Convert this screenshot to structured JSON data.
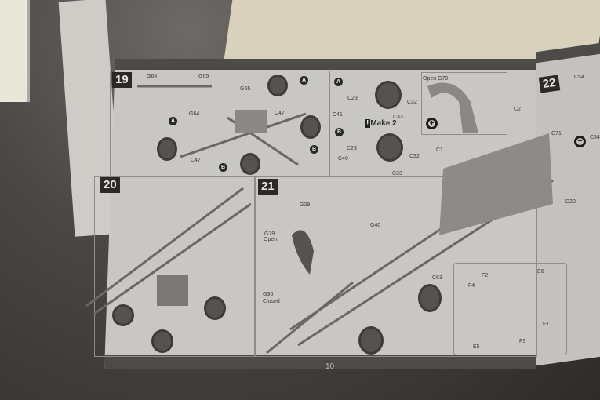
{
  "page_number": "10",
  "steps": {
    "s19": {
      "number": "19",
      "labels": [
        "G64",
        "G65",
        "G65",
        "C47",
        "G64",
        "C47",
        "C23",
        "C41",
        "C33",
        "C32",
        "C23",
        "C40",
        "C33",
        "C32"
      ],
      "callouts": [
        "A",
        "A",
        "B",
        "B",
        "A",
        "B"
      ],
      "make_note": "Make 2"
    },
    "s20": {
      "number": "20"
    },
    "s21": {
      "number": "21",
      "labels": [
        "G29",
        "G40",
        "G79",
        "Open",
        "G36",
        "Closed",
        "C63",
        "F2",
        "E6",
        "F4",
        "F1",
        "F3",
        "E5",
        "C1",
        "C2"
      ],
      "detail_caption": "Open G79"
    },
    "s22": {
      "number": "22",
      "labels": [
        "C54",
        "C71",
        "C54",
        "D20"
      ]
    }
  },
  "icons": [
    "magnify-plus-icon",
    "glue-warning-icon"
  ]
}
